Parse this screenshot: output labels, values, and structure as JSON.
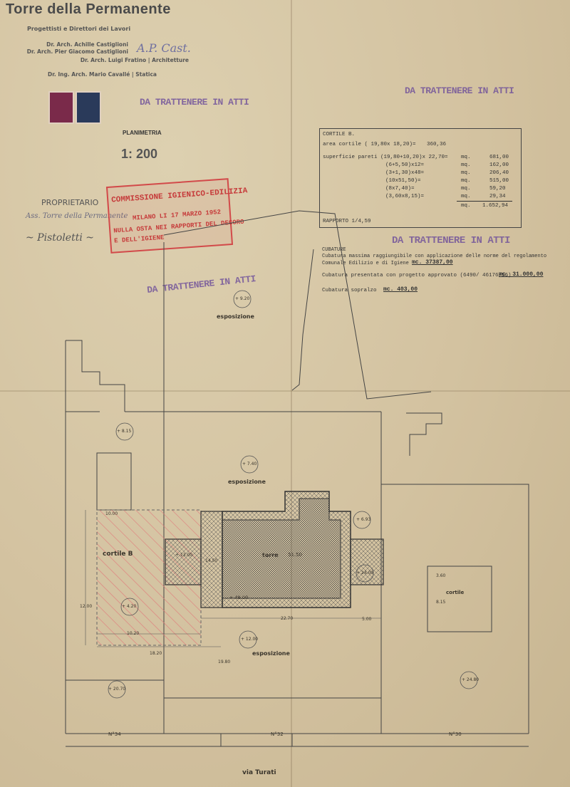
{
  "header": {
    "title": "Torre della Permanente",
    "subtitle": "Progettisti e Direttori dei Lavori",
    "architects": [
      "Dr. Arch. Achille Castiglioni",
      "Dr. Arch. Pier Giacomo Castiglioni",
      "Dr. Arch. Luigi Fratino | Architetture",
      "Dr. Ing. Arch. Mario Cavallé | Statica"
    ]
  },
  "stamps": {
    "da_trattenere": "DA TRATTENERE IN ATTI",
    "commission": {
      "line1": "COMMISSIONE IGIENICO-EDILIZIA",
      "line2": "MILANO LI 17 MARZO 1952",
      "line3": "NULLA OSTA NEI RAPPORTI DEL DECORO",
      "line4": "E DELL'IGIENE"
    }
  },
  "plan_header": {
    "planimetria": "PLANIMETRIA",
    "scale": "1: 200",
    "proprietario": "PROPRIETARIO"
  },
  "cortile_table": {
    "heading": "CORTILE B.",
    "area_label": "area cortile   ( 19,80x 18,20)=",
    "area_value": "360,36",
    "rows": [
      {
        "label": "superficie pareti  (19,80+10,20)x 22,70=",
        "unit": "mq.",
        "value": "681,00"
      },
      {
        "label": "(6+5,50)x12=",
        "unit": "mq.",
        "value": "162,00"
      },
      {
        "label": "(3+1,30)x48=",
        "unit": "mq.",
        "value": "206,40"
      },
      {
        "label": "(10x51,50)=",
        "unit": "mq.",
        "value": "515,00"
      },
      {
        "label": "(8x7,40)=",
        "unit": "mq.",
        "value": "59,20"
      },
      {
        "label": "(3,60x8,15)=",
        "unit": "mq.",
        "value": "29,34"
      }
    ],
    "total_unit": "mq.",
    "total": "1.652,94",
    "rapporto": "RAPPORTO 1/4,59"
  },
  "cubature": {
    "heading": "CUBATURE",
    "line1": "Cubatura massima raggiungibile con applicazione delle norme del regolamento",
    "line2a": "Comunale Edilizio e di Igiene",
    "line2b": "mc. 37387,00",
    "line3a": "Cubatura presentata con progetto approvato (6490/ 46176/56)",
    "line3b": "mc. 31.000,00",
    "line4a": "Cubatura sopralzo",
    "line4b": "mc. 403,00"
  },
  "plan_labels": {
    "esposizione_top": "esposizione",
    "esposizione_mid": "esposizione",
    "esposizione_bot": "esposizione",
    "cortile_b": "cortile  B",
    "torre": "torre",
    "torre_h": "51.50",
    "cortile_right": "cortile",
    "street": "via Turati",
    "num_left": "N°34",
    "num_mid": "N°32",
    "num_right": "N°30",
    "elev_top": "+ 9.20",
    "elev_left": "+ 8.15",
    "elev_mid": "+ 7.40",
    "elev_a": "+ 13.00",
    "elev_b": "+ 6.93",
    "elev_c": "+ 24.00",
    "elev_d": "+ 4.20",
    "elev_e": "+ 12.00",
    "elev_f": "+ 20.70",
    "elev_g": "+ 24.80",
    "elev_h": "+ 48.00",
    "dim_2270": "22.70",
    "dim_1980": "19.80",
    "dim_1820": "18.20",
    "dim_1020": "10.20",
    "dim_1200": "12.00",
    "dim_1000": "10.00",
    "dim_1450": "14.50",
    "dim_500": "5.00",
    "dim_360": "3.60",
    "dim_815": "8.15"
  }
}
